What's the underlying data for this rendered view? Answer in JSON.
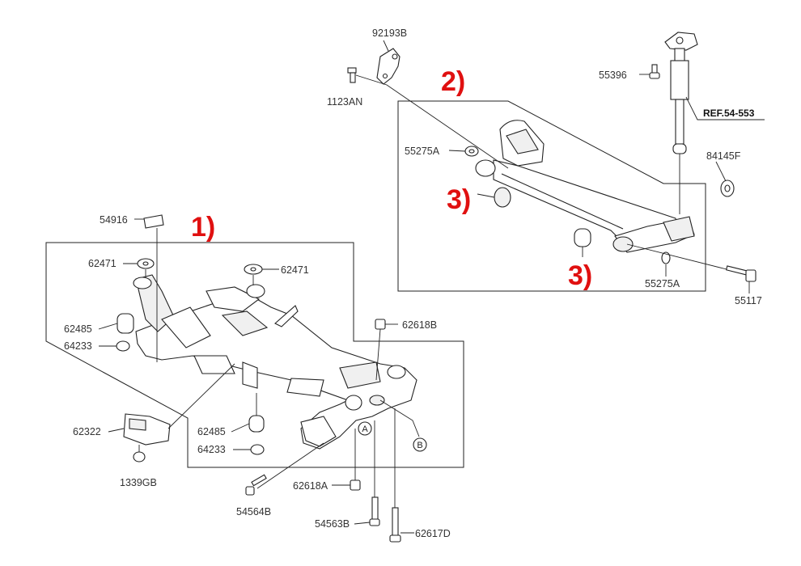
{
  "callouts": {
    "c1": "1)",
    "c2": "2)",
    "c3a": "3)",
    "c3b": "3)"
  },
  "labels": {
    "p92193B": "92193B",
    "p1123AN": "1123AN",
    "p55396": "55396",
    "ref": "REF.54-553",
    "p84145F": "84145F",
    "p55275A_top": "55275A",
    "p55275A_bot": "55275A",
    "p55117": "55117",
    "p54916": "54916",
    "p62471_left": "62471",
    "p62471_right": "62471",
    "p62485_left": "62485",
    "p64233_left": "64233",
    "p62618B": "62618B",
    "p62322": "62322",
    "p62485_mid": "62485",
    "p64233_mid": "64233",
    "p1339GB": "1339GB",
    "p62618A": "62618A",
    "p54564B": "54564B",
    "p54563B": "54563B",
    "p62617D": "62617D",
    "markA": "A",
    "markB": "B"
  },
  "colors": {
    "callout": "#e01010",
    "line": "#222222",
    "text": "#333333"
  }
}
